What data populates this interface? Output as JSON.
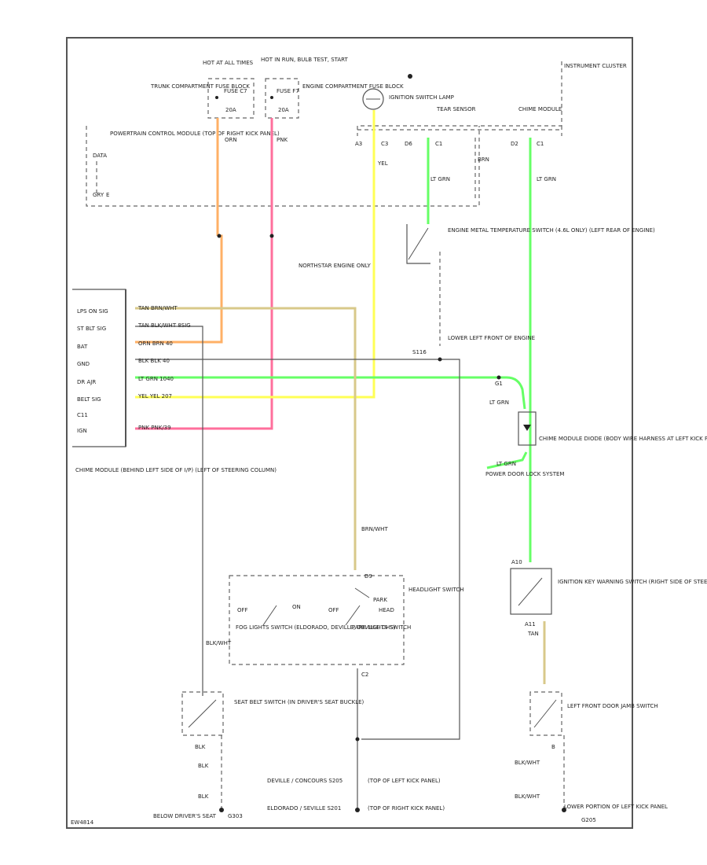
{
  "top": {
    "hot_at_all_times_a": "HOT AT ALL TIMES",
    "hot_in_run_bulb_test_start": "HOT IN RUN, BULB TEST, START",
    "trunk_fuse_block": "TRUNK COMPARTMENT FUSE BLOCK",
    "fuse_c7_label": "FUSE C7",
    "fuse_c7_amp": "20A",
    "engine_fuse_block": "ENGINE COMPARTMENT FUSE BLOCK",
    "fuse_b_label": "FUSE F7",
    "fuse_b_amp": "20A",
    "ignition_switch": "IGNITION SWITCH LAMP",
    "twilight_sentinel": "TEAR SENSOR",
    "chime_module_top": "CHIME MODULE",
    "instrument_cluster": "INSTRUMENT CLUSTER",
    "pcm_box": "POWERTRAIN CONTROL MODULE (TOP OF RIGHT KICK PANEL)",
    "pcm_data": "DATA",
    "pin_a3": "A3",
    "pin_c3": "C3",
    "pin_d6": "D6",
    "pin_c1a": "C1",
    "pin_d2": "D2",
    "pin_c1b": "C1",
    "wire_orn": "ORN",
    "wire_pnk": "PNK",
    "wire_yel": "YEL",
    "wire_ltgrn": "LT GRN",
    "wire_ltgrn2": "LT GRN",
    "wire_brn": "BRN",
    "wire_gry": "GRY",
    "ground_e": "E"
  },
  "middle": {
    "engine_metal_temp_switch": "ENGINE METAL TEMPERATURE SWITCH (4.6L ONLY) (LEFT REAR OF ENGINE)",
    "northstar_engine_only": "NORTHSTAR ENGINE ONLY",
    "lower_left_front": "LOWER LEFT FRONT OF ENGINE",
    "s116": "S116",
    "g1": "G1",
    "lt_grn": "LT GRN"
  },
  "chime_module": {
    "pins": [
      "LPS ON SIG",
      "ST BLT SIG",
      "BAT",
      "GND",
      "DR AJR",
      "BELT SIG",
      "C11",
      "IGN"
    ],
    "wires": [
      "TAN   BRN/WHT",
      "TAN   BLK/WHT 8SIG",
      "ORN   BRN 40",
      "BLK   BLK 40",
      "LT GRN   1040",
      "YEL   YEL 207",
      "",
      "PNK   PNK/39"
    ],
    "desc": "CHIME MODULE (BEHIND LEFT SIDE OF I/P) (LEFT OF STEERING COLUMN)"
  },
  "right": {
    "chime_diode": "CHIME MODULE DIODE (BODY WIRE HARNESS AT LEFT KICK PANEL) (DEVILLE, CONCOURS) (BODY WIRE HARNESS, NEAR LEFT ROCKER PANEL CHANNEL) (ELDORADO, SEVILLE)",
    "power_door_lock": "POWER DOOR LOCK SYSTEM",
    "ltgrn_right": "LT GRN",
    "ignition_key_warning": "IGNITION KEY WARNING SWITCH (RIGHT SIDE OF STEERING COLUMN)",
    "key_pin_a10": "A10",
    "key_pin_a11": "A11",
    "tan": "TAN",
    "door_jamb_switch": "LEFT FRONT DOOR JAMB SWITCH",
    "blk_wht_1": "BLK/WHT",
    "blk_wht_2": "BLK/WHT",
    "lower_portion_left_kick": "LOWER PORTION OF LEFT KICK PANEL",
    "g205": "G205",
    "pin_b": "B"
  },
  "headlamp": {
    "off": "OFF",
    "on": "ON",
    "off2": "OFF",
    "park": "PARK",
    "head": "HEAD",
    "fog_lights_switch": "FOG LIGHTS SWITCH (ELDORADO, DEVILLE, DEVILLE DHS)",
    "park_lights_switch": "PARK LIGHTS SWITCH",
    "headlight_switch": "HEADLIGHT SWITCH",
    "pin_d9": "D9",
    "pin_c2": "C2",
    "wire_tan": "BRN/WHT"
  },
  "bottom": {
    "seat_belt_switch": "SEAT BELT SWITCH (IN DRIVER'S SEAT BUCKLE)",
    "blk_wht_top": "BLK/WHT",
    "blk": "BLK",
    "blk2": "BLK",
    "blk3": "BLK",
    "below_drivers_seat": "BELOW DRIVER'S SEAT",
    "g303": "G303",
    "deville_concours_s205": "DEVILLE / CONCOURS  S205",
    "eldorado_seville_s201": "ELDORADO / SEVILLE  S201",
    "top_left_kick": "(TOP OF LEFT KICK PANEL)",
    "top_right_kick": "(TOP OF RIGHT KICK PANEL)",
    "page_id": "EW4814"
  },
  "colors": {
    "orange": "#ffb066",
    "pink": "#ff6f9c",
    "yellow": "#ffff55",
    "green": "#66ff66",
    "tan": "#d8c98a",
    "black": "#555555"
  }
}
